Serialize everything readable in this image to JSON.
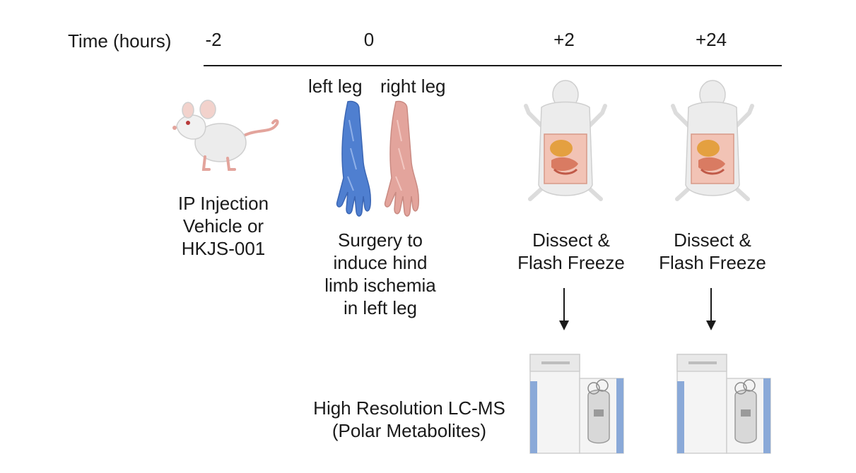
{
  "timeline": {
    "axis_label": "Time (hours)",
    "ticks": [
      "-2",
      "0",
      "+2",
      "+24"
    ]
  },
  "legs": {
    "left_label": "left leg",
    "right_label": "right leg"
  },
  "steps": [
    {
      "lines": [
        "IP Injection",
        "Vehicle or",
        "HKJS-001"
      ]
    },
    {
      "lines": [
        "Surgery to",
        "induce hind",
        "limb ischemia",
        "in left leg"
      ]
    },
    {
      "lines": [
        "Dissect &",
        "Flash Freeze"
      ]
    },
    {
      "lines": [
        "Dissect &",
        "Flash Freeze"
      ]
    }
  ],
  "analysis": {
    "lines": [
      "High Resolution LC-MS",
      "(Polar Metabolites)"
    ]
  },
  "colors": {
    "left_leg": "#4f7fd0",
    "right_leg": "#e3a49c",
    "instrument_accent": "#8aa9d8"
  }
}
